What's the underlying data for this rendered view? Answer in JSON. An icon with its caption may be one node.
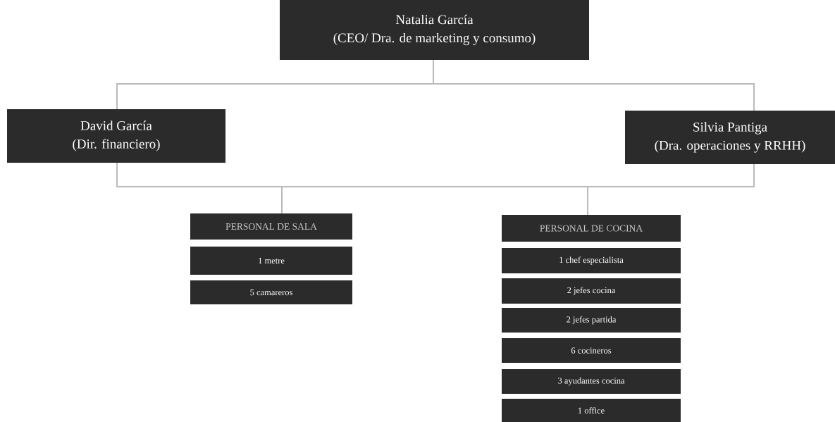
{
  "diagram": {
    "nodes": [
      {
        "text": [
          "Natalia García",
          "(CEO/ Dra. de marketing y consumo)"
        ]
      },
      {
        "text": [
          "David García",
          "(Dir. financiero)"
        ]
      },
      {
        "text": [
          "Silvia Pantiga",
          "(Dra. operaciones y RRHH)"
        ]
      },
      {
        "text": [
          "PERSONAL DE SALA"
        ]
      },
      {
        "text": [
          "1 metre"
        ]
      },
      {
        "text": [
          "5 camareros"
        ]
      },
      {
        "text": [
          "PERSONAL DE COCINA"
        ]
      },
      {
        "text": [
          "1 chef especialista"
        ]
      },
      {
        "text": [
          "2 jefes cocina"
        ]
      },
      {
        "text": [
          "2 jefes partida"
        ]
      },
      {
        "text": [
          "6 cocineros"
        ]
      },
      {
        "text": [
          "3 ayudantes cocina"
        ]
      },
      {
        "text": [
          "1 office"
        ]
      }
    ],
    "edges": [
      {
        "from": 0,
        "to": 1,
        "arrow": "none"
      },
      {
        "from": 0,
        "to": 2,
        "arrow": "none"
      },
      {
        "from": 1,
        "to": 3,
        "arrow": "none"
      },
      {
        "from": 1,
        "to": 6,
        "arrow": "none"
      },
      {
        "from": 2,
        "to": 3,
        "arrow": "none"
      },
      {
        "from": 2,
        "to": 6,
        "arrow": "none"
      }
    ]
  }
}
